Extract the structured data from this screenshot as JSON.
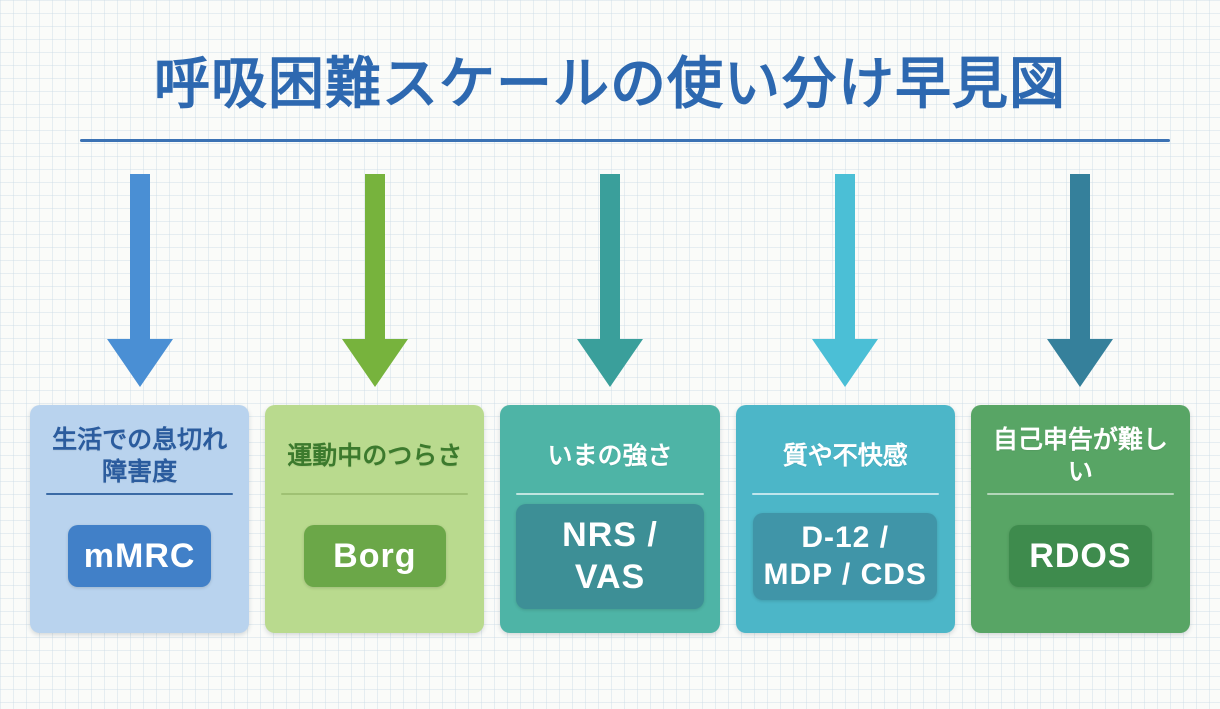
{
  "header": {
    "title": "呼吸困難スケールの使い分け早見図",
    "title_color": "#2d68b0",
    "underline_color": "#3b72b4"
  },
  "background": {
    "paper_color": "#fafbf9",
    "grid_line_color": "#dce6ed"
  },
  "columns": [
    {
      "scale": "mMRC",
      "arrow": {
        "name": "down-arrow",
        "color": "#4a8fd4"
      },
      "heading_lines": [
        "生活での息切れ",
        "障害度"
      ],
      "label_lines": [
        "mMRC"
      ],
      "colors": {
        "card_bg": "#b9d3ee",
        "heading": "#2b5c9e",
        "divider": "#3a6aa5",
        "button_bg": "#4180c8",
        "button_text": "#ffffff"
      }
    },
    {
      "scale": "Borg",
      "arrow": {
        "name": "down-arrow",
        "color": "#77b33d"
      },
      "heading_lines": [
        "運動中のつらさ"
      ],
      "label_lines": [
        "Borg"
      ],
      "colors": {
        "card_bg": "#b9da8e",
        "heading": "#3c7a2d",
        "divider": "#9fc173",
        "button_bg": "#6ba748",
        "button_text": "#ffffff"
      }
    },
    {
      "scale": "NRS / VAS",
      "arrow": {
        "name": "down-arrow",
        "color": "#3a9f9b"
      },
      "heading_lines": [
        "いまの強さ"
      ],
      "label_lines": [
        "NRS / VAS"
      ],
      "colors": {
        "card_bg": "#4eb4a6",
        "heading": "#ffffff",
        "divider": "rgba(255,255,255,0.65)",
        "button_bg": "#3d8f96",
        "button_text": "#ffffff"
      }
    },
    {
      "scale": "D-12 / MDP / CDS",
      "arrow": {
        "name": "down-arrow",
        "color": "#4bbfd6"
      },
      "heading_lines": [
        "質や不快感"
      ],
      "label_lines": [
        "D-12 /",
        "MDP / CDS"
      ],
      "colors": {
        "card_bg": "#4cb6c8",
        "heading": "#ffffff",
        "divider": "rgba(255,255,255,0.65)",
        "button_bg": "#4095a8",
        "button_text": "#ffffff"
      }
    },
    {
      "scale": "RDOS",
      "arrow": {
        "name": "down-arrow",
        "color": "#35809b"
      },
      "heading_lines": [
        "自己申告が難しい"
      ],
      "label_lines": [
        "RDOS"
      ],
      "colors": {
        "card_bg": "#58a565",
        "heading": "#ffffff",
        "divider": "rgba(255,255,255,0.55)",
        "button_bg": "#3e8b4d",
        "button_text": "#ffffff"
      }
    }
  ]
}
